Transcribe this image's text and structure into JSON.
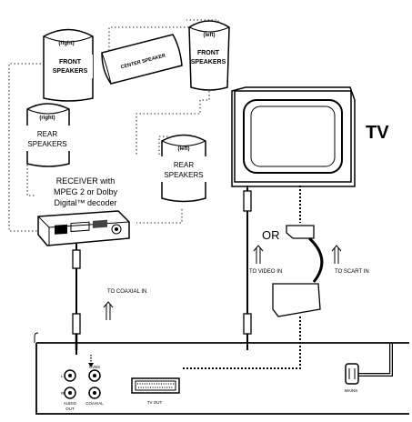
{
  "speakers": {
    "front_right": {
      "side": "(right)",
      "line1": "FRONT",
      "line2": "SPEAKERS"
    },
    "center": {
      "text": "CENTER SPEAKER"
    },
    "front_left": {
      "side": "(left)",
      "line1": "FRONT",
      "line2": "SPEAKERS"
    },
    "rear_right": {
      "side": "(right)",
      "line1": "REAR",
      "line2": "SPEAKERS"
    },
    "rear_left": {
      "side": "(left)",
      "line1": "REAR",
      "line2": "SPEAKERS"
    }
  },
  "receiver": {
    "line1": "RECEIVER with",
    "line2": "MPEG 2 or Dolby",
    "line3": "Digital™ decoder"
  },
  "tv": {
    "label": "TV"
  },
  "connections": {
    "or": "OR",
    "to_video_in": "TO VIDEO IN",
    "to_scart_in": "TO SCART IN",
    "to_coaxial_in": "TO COAXIAL IN"
  },
  "panel": {
    "cvbs": "CVBS",
    "l": "L",
    "r": "R",
    "audio_out_1": "AUDIO",
    "audio_out_2": "OUT",
    "coaxial": "COAXIAL",
    "tv_out": "TV OUT",
    "mains": "MAINS"
  }
}
